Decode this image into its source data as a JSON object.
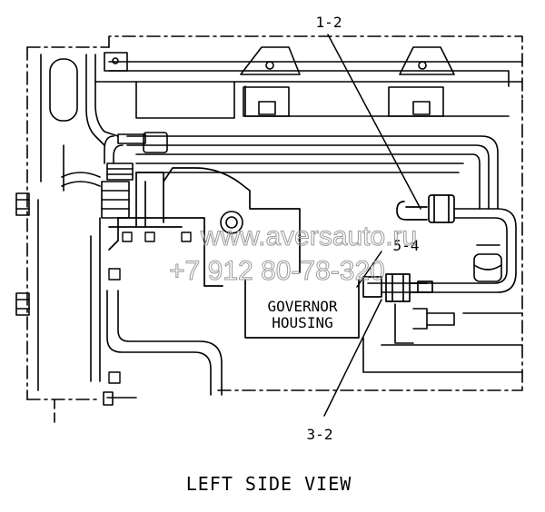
{
  "callouts": {
    "c1": "1-2",
    "c2": "5-4",
    "c3": "3-2"
  },
  "part_label": {
    "line1": "GOVERNOR",
    "line2": "HOUSING"
  },
  "caption": "LEFT SIDE VIEW",
  "watermark": {
    "line1": "www.aversauto.ru",
    "line2": "+7 912 80-78-320"
  }
}
